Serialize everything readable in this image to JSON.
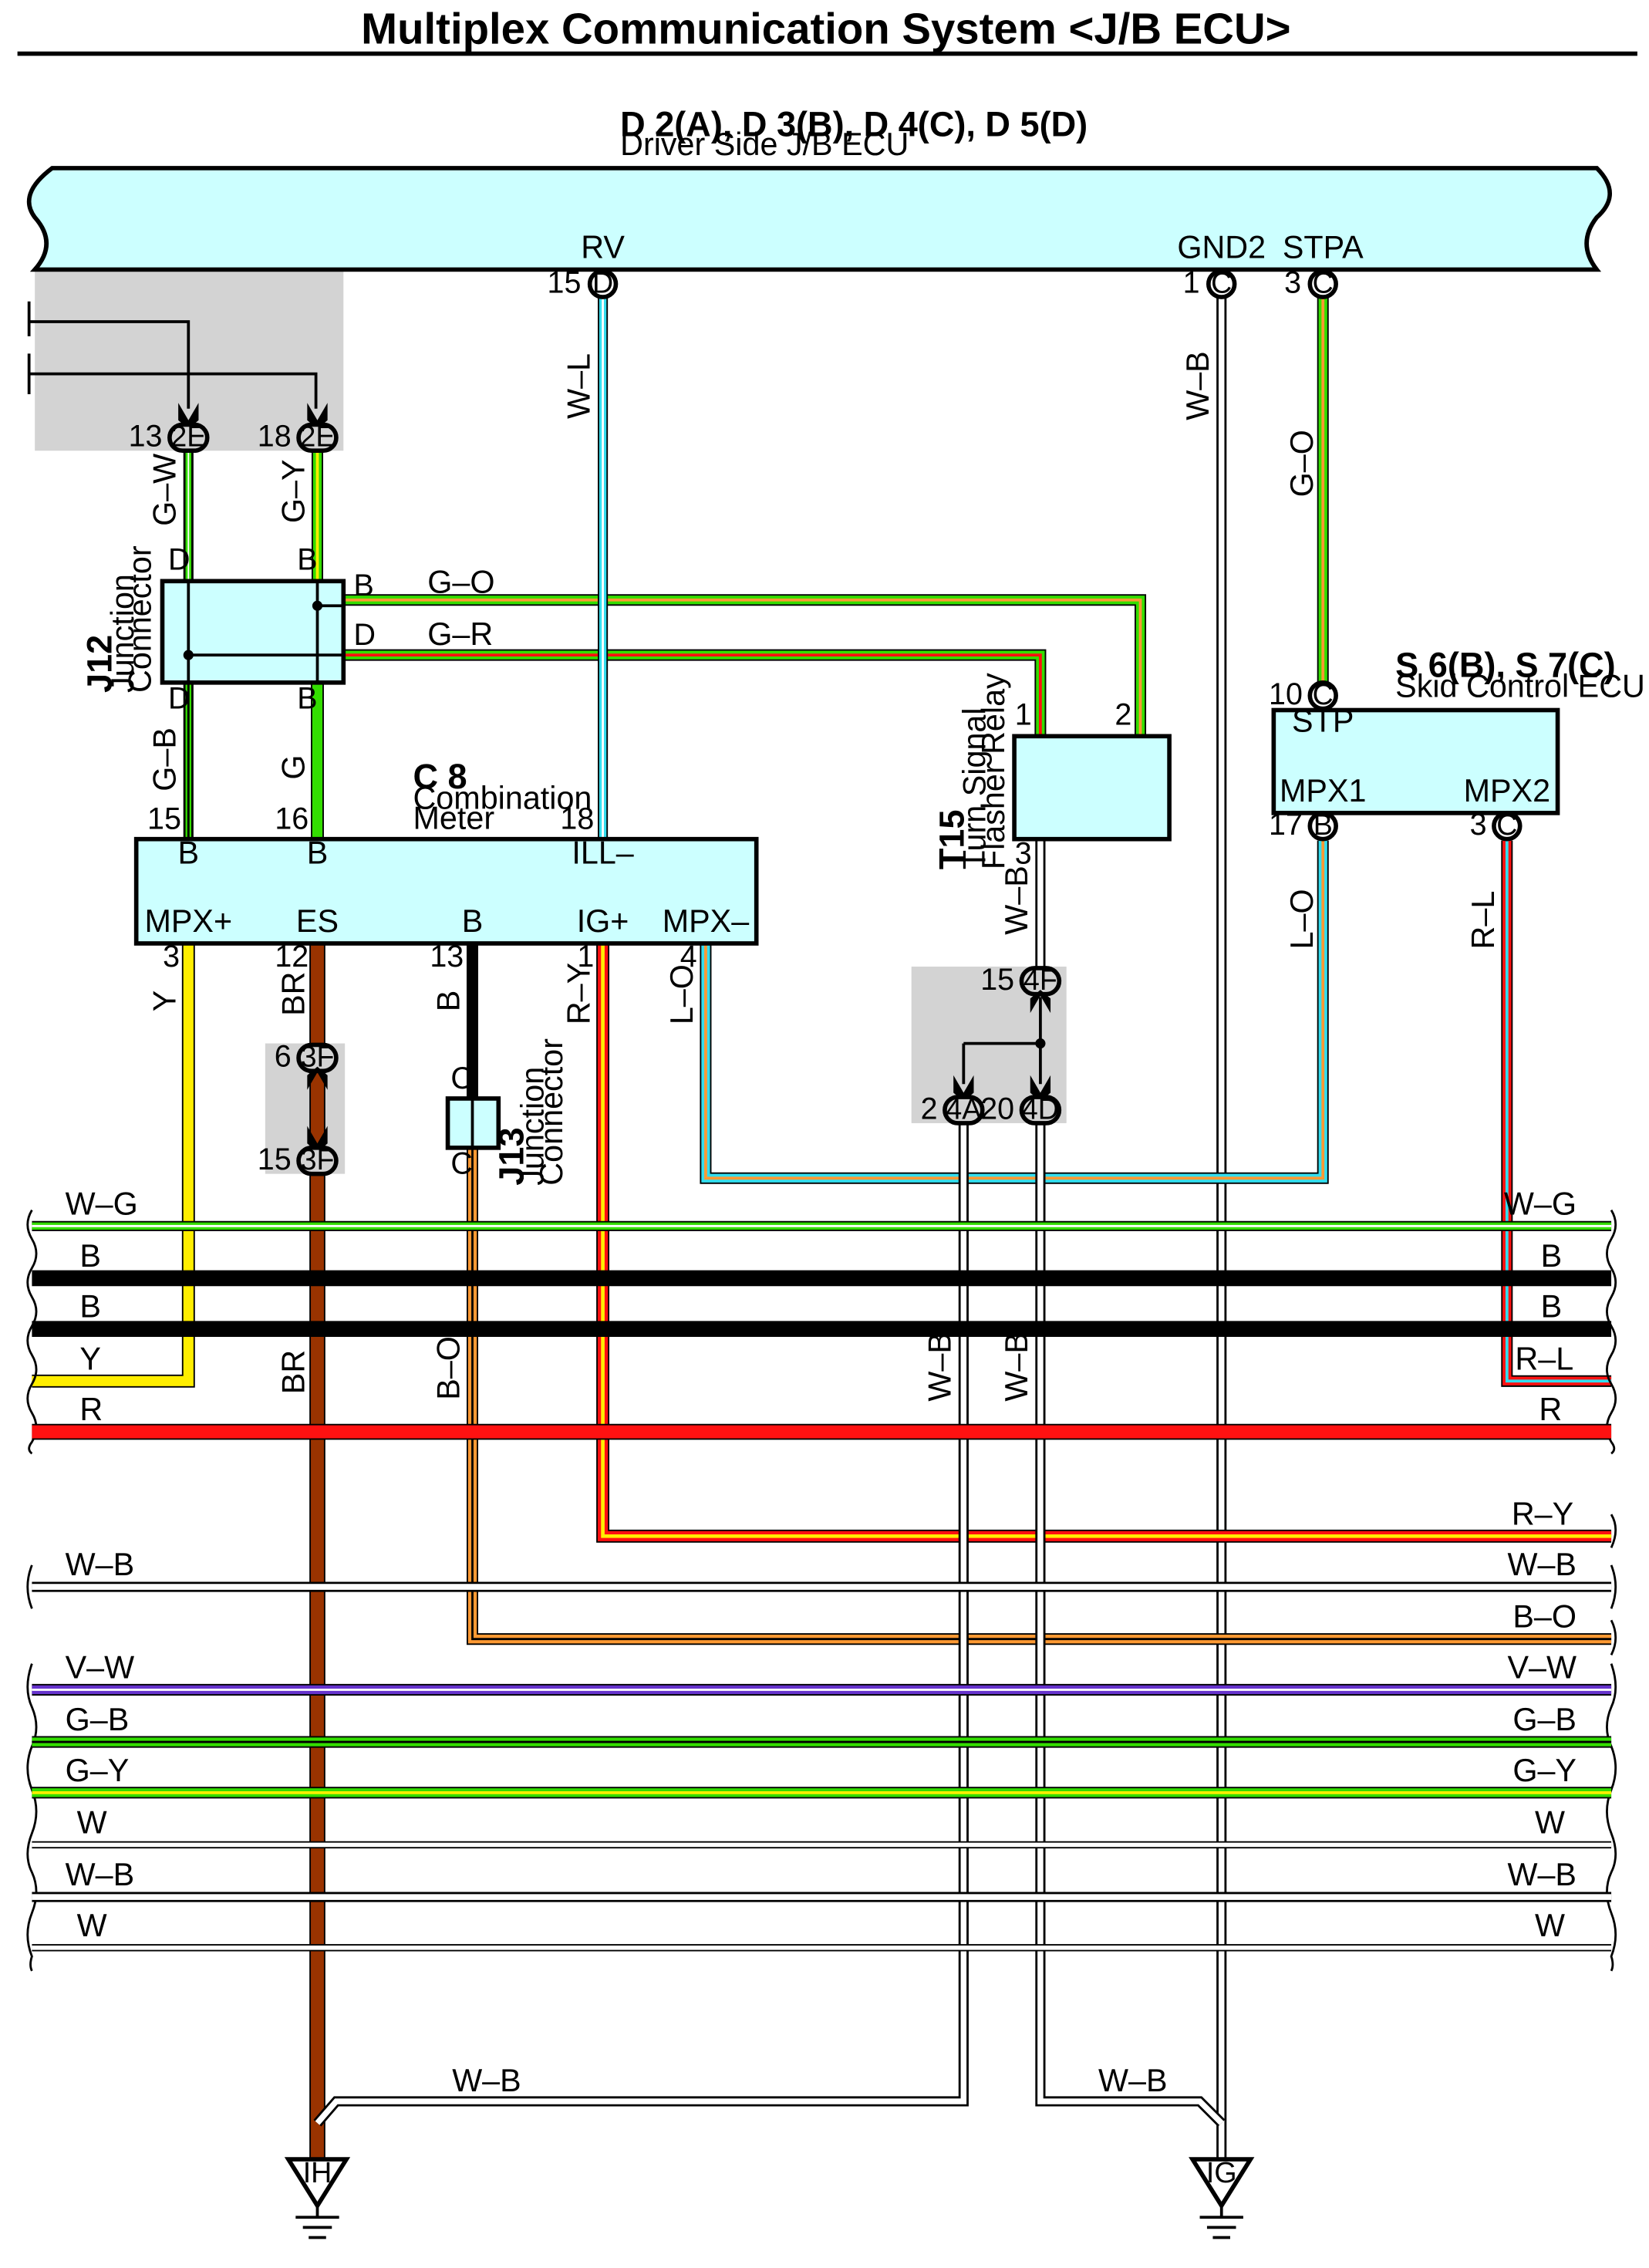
{
  "title": "Multiplex Communication System <J/B ECU>",
  "jb_ecu": {
    "code": "D 2(A), D 3(B), D 4(C), D 5(D)",
    "name": "Driver Side J/B ECU",
    "terminals": [
      {
        "name": "RV",
        "pin": "15",
        "conn": "D"
      },
      {
        "name": "GND2",
        "pin": "1",
        "conn": "C"
      },
      {
        "name": "STPA",
        "pin": "3",
        "conn": "C"
      }
    ]
  },
  "upper_connectors": [
    {
      "pin": "13",
      "conn": "2E"
    },
    {
      "pin": "18",
      "conn": "2E"
    }
  ],
  "j12": {
    "code": "J12",
    "name_line1": "Junction",
    "name_line2": "Connector",
    "terminals": [
      "D",
      "B",
      "D",
      "B",
      "B",
      "D"
    ]
  },
  "c8": {
    "code": "C 8",
    "name_line1": "Combination",
    "name_line2": "Meter",
    "top_terminals": [
      {
        "name": "B",
        "pin": "15"
      },
      {
        "name": "B",
        "pin": "16"
      },
      {
        "name": "ILL–",
        "pin": "18"
      }
    ],
    "bottom_terminals": [
      {
        "name": "MPX+",
        "pin": "3"
      },
      {
        "name": "ES",
        "pin": "12"
      },
      {
        "name": "B",
        "pin": "13"
      },
      {
        "name": "IG+",
        "pin": "1"
      },
      {
        "name": "MPX–",
        "pin": "4"
      }
    ]
  },
  "t15": {
    "code": "T15",
    "name_line1": "Turn Signal",
    "name_line2": "Flasher Relay",
    "pins": [
      "1",
      "2",
      "3"
    ]
  },
  "skid_ecu": {
    "code": "S 6(B), S 7(C)",
    "name": "Skid Control ECU",
    "terminals": [
      {
        "name": "STP",
        "pin": "10",
        "conn": "C"
      },
      {
        "name": "MPX1",
        "pin": "17",
        "conn": "B"
      },
      {
        "name": "MPX2",
        "pin": "3",
        "conn": "C"
      }
    ]
  },
  "j13": {
    "code": "J13",
    "name_line1": "Junction",
    "name_line2": "Connector",
    "terminals": [
      "C",
      "C"
    ]
  },
  "inline_connectors": [
    {
      "pin": "6",
      "conn": "3F"
    },
    {
      "pin": "15",
      "conn": "3F"
    },
    {
      "pin": "15",
      "conn": "4F"
    },
    {
      "pin": "2",
      "conn": "4A"
    },
    {
      "pin": "20",
      "conn": "4D"
    }
  ],
  "wire_labels": [
    "G–W",
    "G–Y",
    "G–B",
    "G",
    "W–L",
    "W–B",
    "G–O",
    "G–O",
    "G–R",
    "Y",
    "BR",
    "B",
    "R–Y",
    "L–O",
    "W–B",
    "L–O",
    "R–L",
    "BR",
    "B–O",
    "W–B",
    "W–B",
    "W–B",
    "W–B"
  ],
  "bus_rows": [
    {
      "left": "W–G",
      "right": "W–G"
    },
    {
      "left": "B",
      "right": "B"
    },
    {
      "left": "B",
      "right": "B"
    },
    {
      "left": "Y",
      "right": "R–L"
    },
    {
      "left": "R",
      "right": "R"
    },
    {
      "left": "",
      "right": "R–Y"
    },
    {
      "left": "W–B",
      "right": "W–B"
    },
    {
      "left": "",
      "right": "B–O"
    },
    {
      "left": "V–W",
      "right": "V–W"
    },
    {
      "left": "G–B",
      "right": "G–B"
    },
    {
      "left": "G–Y",
      "right": "G–Y"
    },
    {
      "left": "W",
      "right": "W"
    },
    {
      "left": "W–B",
      "right": "W–B"
    },
    {
      "left": "W",
      "right": "W"
    }
  ],
  "grounds": [
    "IH",
    "IG"
  ],
  "colors": {
    "ecu_fill": "#ccffff",
    "shade": "#d3d3d3",
    "green": "#33dd00",
    "yellow": "#ffee00",
    "red": "#ff1111",
    "orange": "#ff9933",
    "cyan": "#33ddee",
    "brown": "#993300",
    "violet": "#6633cc"
  }
}
